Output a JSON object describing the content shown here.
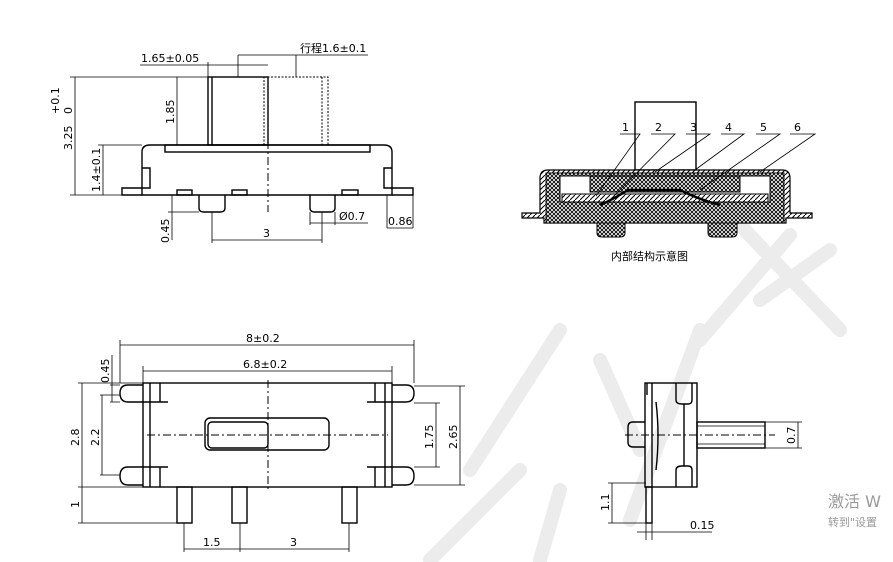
{
  "drawing": {
    "front_view": {
      "dims": {
        "actuator_width": "1.65±0.05",
        "travel": "行程1.6±0.1",
        "total_height": "3.25",
        "total_height_tol_plus": "+0.1",
        "total_height_tol_minus": "0",
        "actuator_height": "1.85",
        "body_height": "1.4±0.1",
        "peg_height": "0.45",
        "peg_pitch": "3",
        "peg_diameter": "Ø0.7",
        "lead_length": "0.86"
      }
    },
    "internal_structure": {
      "caption": "内部结构示意图",
      "labels": [
        "1",
        "2",
        "3",
        "4",
        "5",
        "6"
      ]
    },
    "top_view": {
      "dims": {
        "overall_length": "8±0.2",
        "body_length": "6.8±0.2",
        "lead_width": "0.45",
        "body_width": "2.8",
        "lead_span_left": "2.2",
        "lead_span_right": "1.75",
        "overall_width": "2.65",
        "pin_length": "1",
        "pin_pitch_1": "1.5",
        "pin_pitch_2": "3"
      }
    },
    "side_view": {
      "dims": {
        "actuator_thickness": "0.7",
        "pin_length": "1.1",
        "pin_thickness": "0.15"
      }
    }
  },
  "os_overlay": {
    "activate_line1": "激活 W",
    "activate_line2": "转到\"设置"
  }
}
